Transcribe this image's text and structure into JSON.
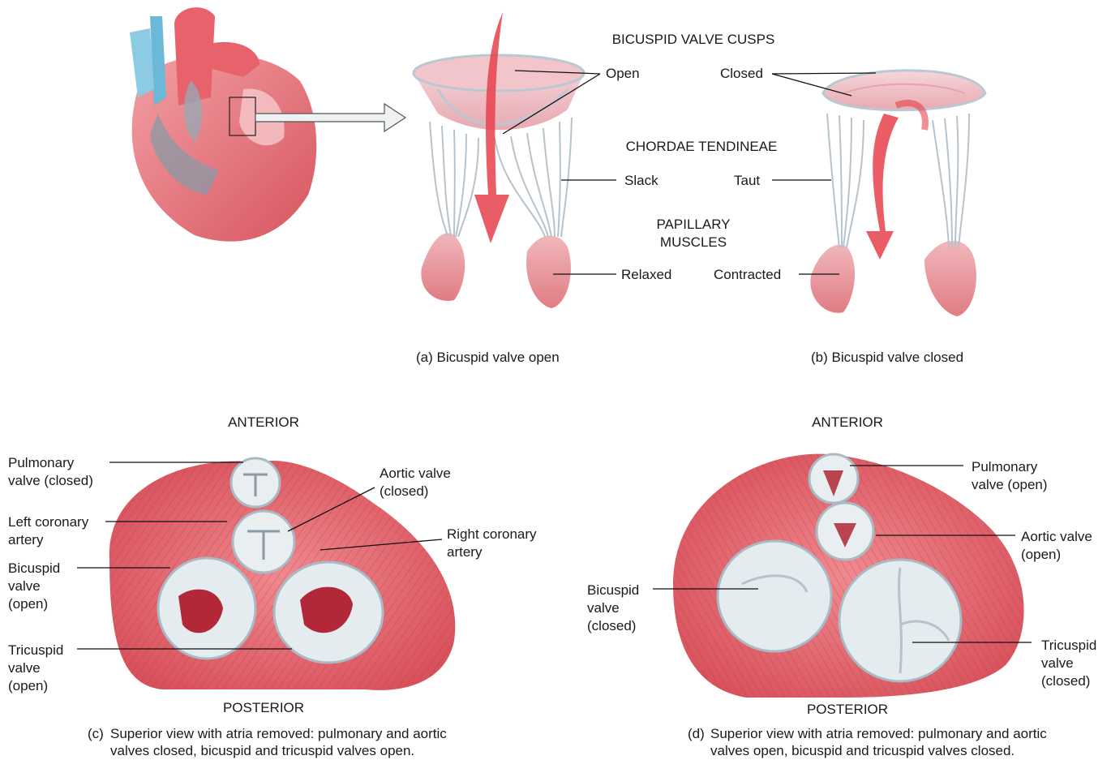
{
  "panel_a": {
    "caption": "(a) Bicuspid valve open",
    "labels": {
      "open": "Open",
      "slack": "Slack",
      "relaxed": "Relaxed"
    }
  },
  "panel_b": {
    "caption": "(b) Bicuspid valve closed",
    "labels": {
      "closed": "Closed",
      "taut": "Taut",
      "contracted": "Contracted"
    }
  },
  "headings": {
    "cusps": "BICUSPID VALVE CUSPS",
    "chordae": "CHORDAE TENDINEAE",
    "papillary": "PAPILLARY\nMUSCLES"
  },
  "panel_c": {
    "anterior": "ANTERIOR",
    "posterior": "POSTERIOR",
    "labels": {
      "pulmonary": "Pulmonary\nvalve (closed)",
      "left_coronary": "Left coronary\nartery",
      "bicuspid": "Bicuspid\nvalve\n(open)",
      "tricuspid": "Tricuspid\nvalve\n(open)",
      "aortic": "Aortic valve\n(closed)",
      "right_coronary": "Right coronary\nartery"
    },
    "caption_letter": "(c)",
    "caption": "Superior view with atria removed: pulmonary and aortic\nvalves closed, bicuspid and tricuspid valves open."
  },
  "panel_d": {
    "anterior": "ANTERIOR",
    "posterior": "POSTERIOR",
    "labels": {
      "pulmonary": "Pulmonary\nvalve (open)",
      "aortic": "Aortic valve\n(open)",
      "bicuspid": "Bicuspid\nvalve\n(closed)",
      "tricuspid": "Tricuspid\nvalve\n(closed)"
    },
    "caption_letter": "(d)",
    "caption": "Superior view with atria removed: pulmonary and aortic\nvalves open, bicuspid and tricuspid valves closed."
  },
  "colors": {
    "muscle": "#e0636a",
    "muscle_dark": "#b8353f",
    "valve": "#dfe6ea",
    "ring": "#9fb4c0",
    "flow_arrow": "#e8414b",
    "vein": "#6cb8d8",
    "line": "#111111"
  }
}
